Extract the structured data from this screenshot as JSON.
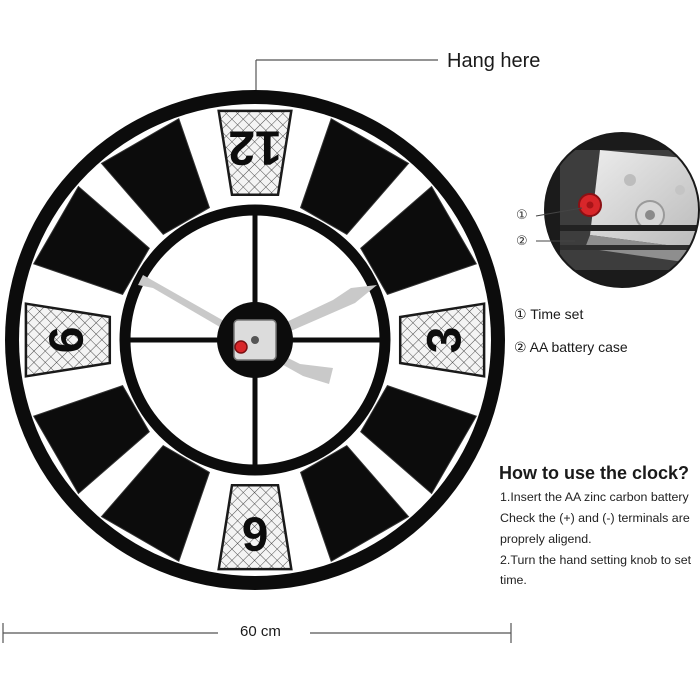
{
  "labels": {
    "hang_here": "Hang here",
    "marker_time_set": "①",
    "marker_battery": "②",
    "time_set": "① Time set",
    "battery_case": "② AA battery case",
    "dimension": "60 cm"
  },
  "clock": {
    "numerals": [
      "12",
      "3",
      "6",
      "9"
    ]
  },
  "instructions": {
    "title": "How to use the clock?",
    "lines": [
      "1.Insert the AA zinc carbon battery",
      "Check the (+) and (-) terminals are",
      "proprely aligend.",
      "2.Turn the hand setting knob to set",
      " time."
    ]
  },
  "colors": {
    "frame": "#0c0c0c",
    "hands": "#c9c9c9",
    "time_set_knob": "#d8262a",
    "background": "#ffffff"
  }
}
